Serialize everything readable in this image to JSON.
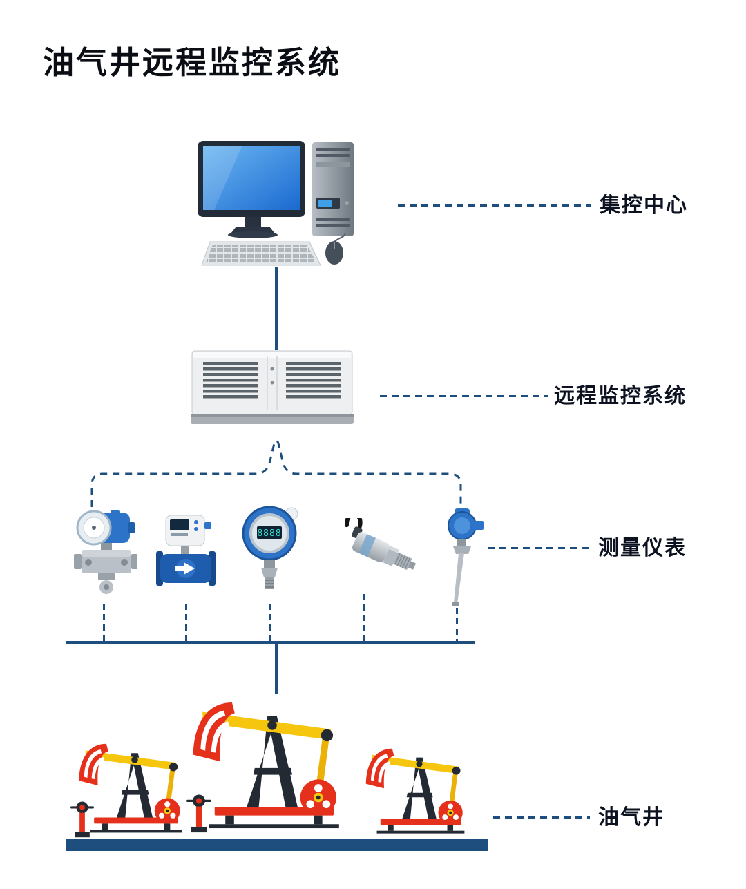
{
  "title": "油气井远程监控系统",
  "nodes": {
    "control_center": {
      "label": "集控中心",
      "icon": "desktop-workstation"
    },
    "remote_system": {
      "label": "远程监控系统",
      "icon": "rtu-control-cabinet"
    },
    "instruments": {
      "label": "测量仪表",
      "icon": "instrument-row",
      "items": [
        "differential-pressure-transmitter",
        "electromagnetic-flow-meter",
        "pressure-transmitter-with-display",
        "compact-pressure-sensor",
        "temperature-sensor-probe"
      ]
    },
    "oil_wells": {
      "label": "油气井",
      "icon": "pumpjack-scene"
    }
  },
  "instrument_display": "8888",
  "colors": {
    "line": "#1d4e7e",
    "text": "#0c1220",
    "pumpjack_red": "#e5301c",
    "pumpjack_yellow": "#f6c50e",
    "structure_dark": "#232a33",
    "instrument_blue": "#2d74c8",
    "screen_blue": "#2f8de4"
  }
}
